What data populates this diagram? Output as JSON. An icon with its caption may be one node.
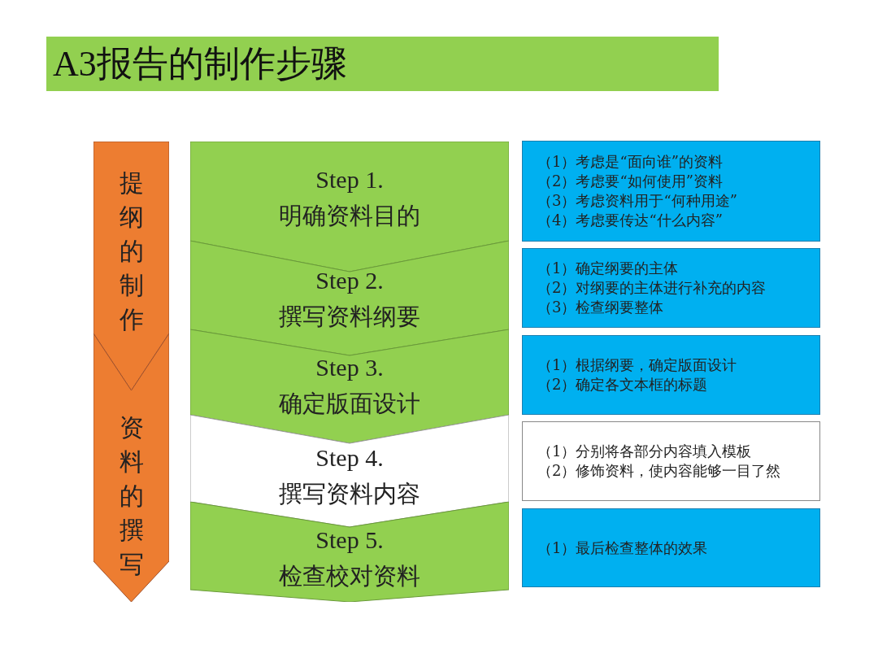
{
  "diagram": {
    "title": "A3报告的制作步骤",
    "nodes": [
      {
        "text": [
          "提纲的制作"
        ]
      },
      {
        "text": [
          "资料的撰写"
        ]
      },
      {
        "text": [
          "Step 1.",
          "明确资料目的"
        ]
      },
      {
        "text": [
          "Step 2.",
          "撰写资料纲要"
        ]
      },
      {
        "text": [
          "Step 3.",
          "确定版面设计"
        ]
      },
      {
        "text": [
          "Step 4.",
          "撰写资料内容"
        ]
      },
      {
        "text": [
          "Step 5.",
          "检查校对资料"
        ]
      },
      {
        "text": [
          "（1）考虑是“面向谁”的资料",
          "（2）考虑要“如何使用”资料",
          "（3）考虑资料用于“何种用途”",
          "（4）考虑要传达“什么内容”"
        ]
      },
      {
        "text": [
          "（1）确定纲要的主体",
          "（2）对纲要的主体进行补充的内容",
          "（3）检查纲要整体"
        ]
      },
      {
        "text": [
          "（1）根据纲要，确定版面设计",
          "（2）确定各文本框的标题"
        ]
      },
      {
        "text": [
          "（1）分别将各部分内容填入模板",
          "（2）修饰资料，使内容能够一目了然"
        ]
      },
      {
        "text": [
          "（1）最后检查整体的效果"
        ]
      }
    ]
  }
}
